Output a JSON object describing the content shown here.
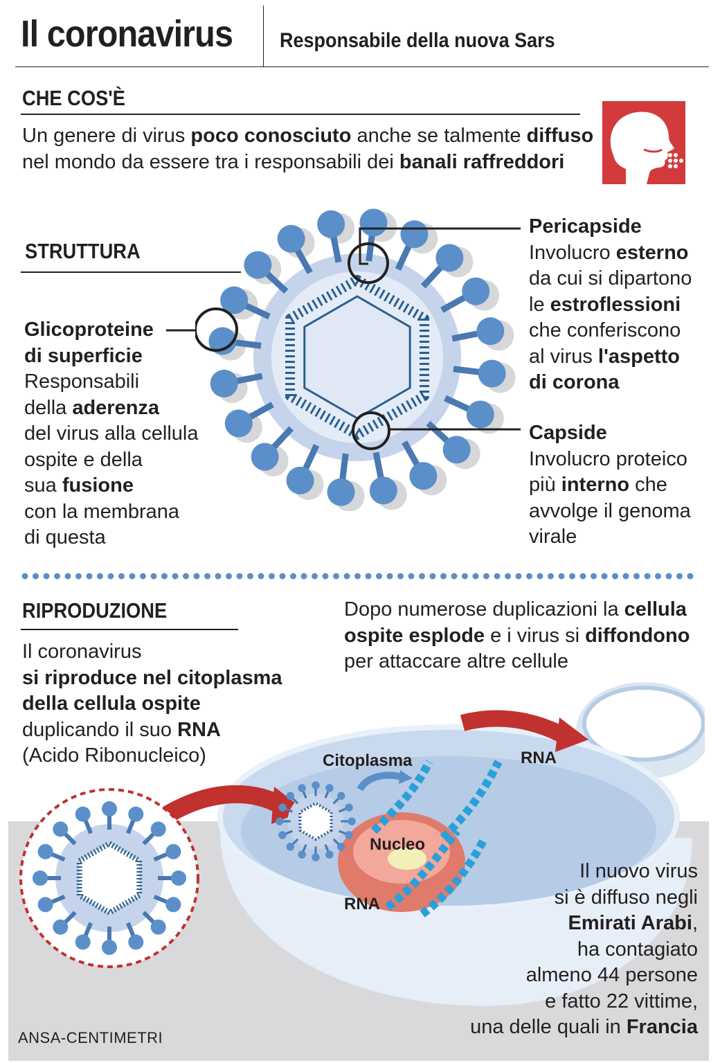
{
  "header": {
    "title": "Il coronavirus",
    "subtitle": "Responsabile della nuova Sars"
  },
  "che_cose": {
    "heading": "CHE COS'È",
    "line1": [
      "Un genere di virus ",
      "poco conosciuto",
      " anche se talmente ",
      "diffuso"
    ],
    "line2": [
      "nel mondo da essere tra i responsabili dei ",
      "banali raffreddori"
    ],
    "icon": "sneeze-face-icon",
    "icon_color": "#d23a3c"
  },
  "struttura": {
    "heading": "STRUTTURA",
    "glicoproteine": {
      "title1": "Glicoproteine",
      "title2": "di superficie",
      "lines": [
        [
          "Responsabili"
        ],
        [
          "della ",
          "aderenza"
        ],
        [
          "del virus alla cellula"
        ],
        [
          "ospite e della"
        ],
        [
          "sua ",
          "fusione"
        ],
        [
          "con la membrana"
        ],
        [
          "di questa"
        ]
      ]
    },
    "pericapside": {
      "title": "Pericapside",
      "lines": [
        [
          "Involucro ",
          "esterno"
        ],
        [
          "da cui si dipartono"
        ],
        [
          "le ",
          "estroflessioni"
        ],
        [
          "che conferiscono"
        ],
        [
          "al virus ",
          "l'aspetto"
        ],
        [
          "",
          "di corona"
        ]
      ]
    },
    "capside": {
      "title": "Capside",
      "lines": [
        [
          "Involucro proteico"
        ],
        [
          "più ",
          "interno",
          " che"
        ],
        [
          "avvolge il genoma"
        ],
        [
          "virale"
        ]
      ]
    }
  },
  "riproduzione": {
    "heading": "RIPRODUZIONE",
    "left_lines": [
      [
        "Il coronavirus"
      ],
      [
        "",
        "si riproduce nel citoplasma"
      ],
      [
        "",
        "della cellula ospite"
      ],
      [
        "duplicando il suo ",
        "RNA"
      ],
      [
        "(Acido Ribonucleico)"
      ]
    ],
    "right_lines": [
      [
        "Dopo numerose duplicazioni la ",
        "cellula"
      ],
      [
        "",
        "ospite esplode",
        " e i virus si ",
        "diffondono"
      ],
      [
        "per attaccare altre cellule"
      ]
    ],
    "labels": {
      "citoplasma": "Citoplasma",
      "nucleo": "Nucleo",
      "rna_inside": "RNA",
      "rna_arrow": "RNA"
    }
  },
  "news": {
    "lines": [
      [
        "Il nuovo virus"
      ],
      [
        "si è diffuso negli"
      ],
      [
        "",
        "Emirati Arabi",
        ","
      ],
      [
        "ha contagiato"
      ],
      [
        "almeno 44 persone"
      ],
      [
        "e fatto 22 vittime,"
      ],
      [
        "una delle quali in ",
        "Francia"
      ]
    ]
  },
  "credit": "ANSA-CENTIMETRI",
  "colors": {
    "virus_blue": "#5b8fc9",
    "envelope": "#c5d4ea",
    "capsid": "#2a5f8f",
    "arrow_red": "#c0312f",
    "gray_band": "#d9d9db"
  }
}
